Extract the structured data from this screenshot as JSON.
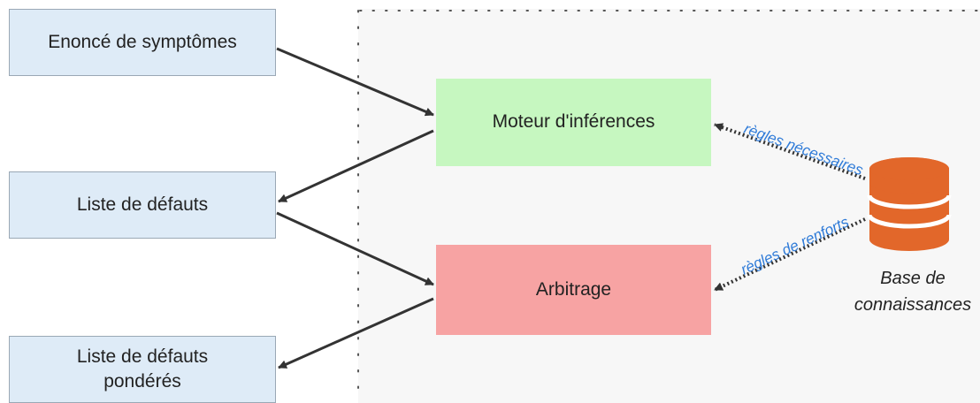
{
  "diagram": {
    "inputs": {
      "symptoms": "Enoncé de symptômes",
      "defaults": "Liste de défauts",
      "weighted_line1": "Liste de défauts",
      "weighted_line2": "pondérés"
    },
    "engine": "Moteur d'inférences",
    "arbitrage": "Arbitrage",
    "knowledge_base": {
      "line1": "Base de",
      "line2": "connaissances"
    },
    "edges": {
      "rules_needed": "règles nécessaires",
      "rules_reinforce": "règles de renforts"
    },
    "colors": {
      "input_fill": "#deebf7",
      "engine_fill": "#c6f7c0",
      "arbitrage_fill": "#f7a3a3",
      "database": "#e2672a",
      "edge_label": "#2f7bd8",
      "arrow": "#333333"
    }
  }
}
